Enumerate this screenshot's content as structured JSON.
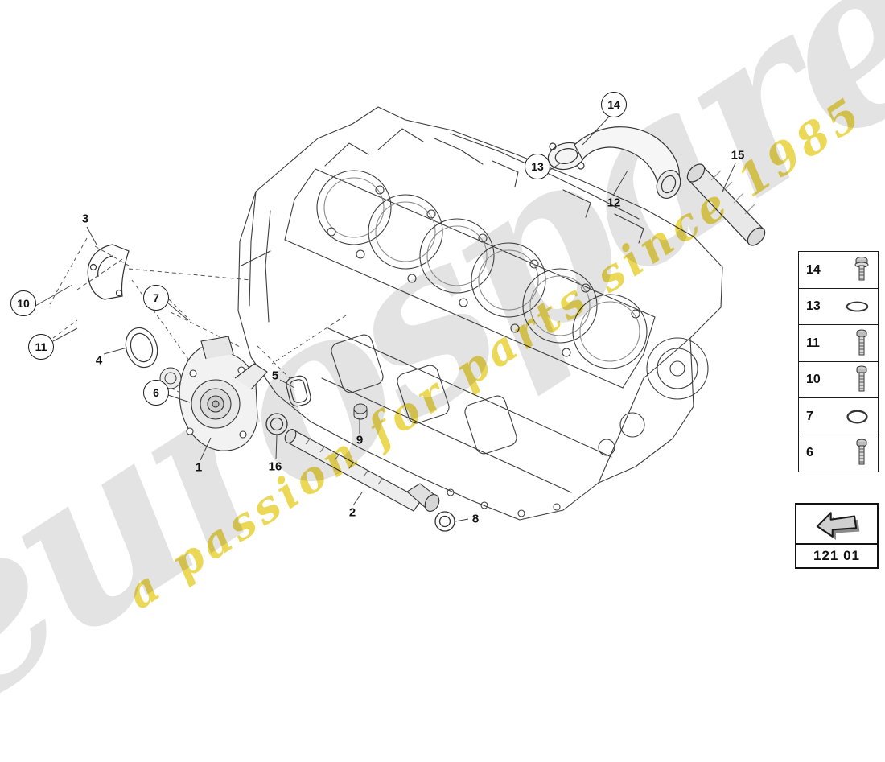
{
  "watermark": {
    "brand": "eurospares",
    "tagline": "a passion for parts since 1985"
  },
  "colors": {
    "watermark_gray": "#d9d9d9",
    "tagline_yellow": "#e7cf2d",
    "line_art": "#3c3c3c"
  },
  "diagram": {
    "callouts": [
      {
        "label": "3",
        "circled": false
      },
      {
        "label": "10",
        "circled": true
      },
      {
        "label": "11",
        "circled": true
      },
      {
        "label": "7",
        "circled": true
      },
      {
        "label": "4",
        "circled": false
      },
      {
        "label": "6",
        "circled": true
      },
      {
        "label": "5",
        "circled": false
      },
      {
        "label": "1",
        "circled": false
      },
      {
        "label": "16",
        "circled": false
      },
      {
        "label": "2",
        "circled": false
      },
      {
        "label": "9",
        "circled": false
      },
      {
        "label": "8",
        "circled": false
      },
      {
        "label": "12",
        "circled": false
      },
      {
        "label": "13",
        "circled": true
      },
      {
        "label": "14",
        "circled": true
      },
      {
        "label": "15",
        "circled": false
      }
    ]
  },
  "legend": {
    "rows": [
      {
        "label": "14",
        "icon": "flange-bolt-icon"
      },
      {
        "label": "13",
        "icon": "o-ring-icon"
      },
      {
        "label": "11",
        "icon": "bolt-icon"
      },
      {
        "label": "10",
        "icon": "bolt-icon"
      },
      {
        "label": "7",
        "icon": "o-ring-icon"
      },
      {
        "label": "6",
        "icon": "bolt-icon"
      }
    ]
  },
  "nav": {
    "code": "121 01",
    "icon": "prev-diagram-arrow-icon"
  }
}
